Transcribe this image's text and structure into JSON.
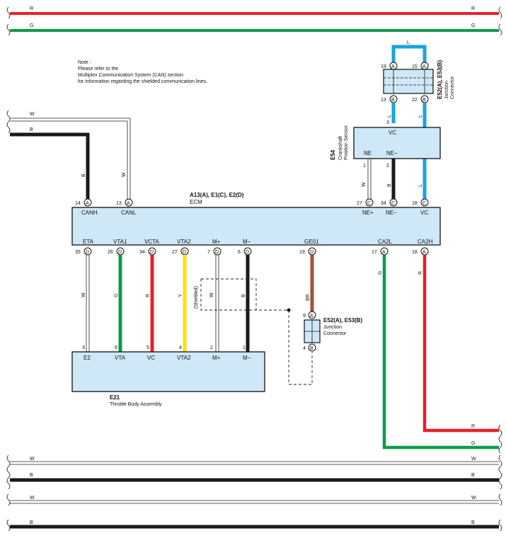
{
  "note": {
    "title": "Note :",
    "line1": "Please refer to the",
    "line2": "Multiplex Communication System (CAN) section",
    "line3": "for information regarding the shielded communication lines."
  },
  "colors": {
    "R": "#e8202a",
    "G": "#0e9a48",
    "B": "#1a1a1a",
    "W": "#ffffff",
    "L": "#1aa3e0",
    "Y": "#ffe100",
    "BR": "#a0522d",
    "box_fill": "#cfe8f7"
  },
  "top_lines": [
    {
      "label": "R",
      "color": "R"
    },
    {
      "label": "G",
      "color": "G"
    }
  ],
  "bottom_lines": [
    {
      "label": "W",
      "color": "W"
    },
    {
      "label": "B",
      "color": "B"
    },
    {
      "label": "W",
      "color": "W"
    },
    {
      "label": "B",
      "color": "B"
    }
  ],
  "ecm": {
    "connectors": "A13(A), E1(C), E2(D)",
    "name": "ECM",
    "top_pins": [
      {
        "num": "14",
        "conn": "A",
        "label": "CANH"
      },
      {
        "num": "13",
        "conn": "A",
        "label": "CANL"
      },
      {
        "num": "27",
        "conn": "C",
        "label": "NE+"
      },
      {
        "num": "34",
        "conn": "C",
        "label": "NE−"
      },
      {
        "num": "18",
        "conn": "C",
        "label": "VC"
      }
    ],
    "bottom_pins": [
      {
        "num": "35",
        "conn": "D",
        "label": "ETA"
      },
      {
        "num": "26",
        "conn": "D",
        "label": "VTA1"
      },
      {
        "num": "34",
        "conn": "D",
        "label": "VCTA"
      },
      {
        "num": "27",
        "conn": "D",
        "label": "VTA2"
      },
      {
        "num": "7",
        "conn": "D",
        "label": "M+"
      },
      {
        "num": "6",
        "conn": "D",
        "label": "M−"
      },
      {
        "num": "19",
        "conn": "D",
        "label": "GE01"
      },
      {
        "num": "17",
        "conn": "A",
        "label": "CA2L"
      },
      {
        "num": "18",
        "conn": "A",
        "label": "CA2H"
      }
    ]
  },
  "throttle": {
    "id": "E21",
    "name": "Throttle Body Assembly",
    "pins": [
      {
        "num": "3",
        "label": "E2"
      },
      {
        "num": "6",
        "label": "VTA"
      },
      {
        "num": "5",
        "label": "VC"
      },
      {
        "num": "4",
        "label": "VTA2"
      },
      {
        "num": "2",
        "label": "M+"
      },
      {
        "num": "1",
        "label": "M−"
      }
    ],
    "wire_labels": [
      "W",
      "G",
      "R",
      "Y",
      "W",
      "B"
    ],
    "shielded": "(Shielded)"
  },
  "crank_sensor": {
    "id": "E54",
    "name1": "Crankshaft",
    "name2": "Position Sensor",
    "pin_top": "3",
    "vc": "VC",
    "ne_plus": "NE",
    "ne_minus": "NE−",
    "pin_ne_plus": "1",
    "pin_ne_minus": "2"
  },
  "junction_top": {
    "id": "E52(A), E53(B)",
    "name1": "Junction",
    "name2": "Connector",
    "pins": [
      {
        "num": "19",
        "conn": "A"
      },
      {
        "num": "15",
        "conn": "A"
      },
      {
        "num": "13",
        "conn": "B"
      },
      {
        "num": "22",
        "conn": "B"
      }
    ]
  },
  "junction_mid": {
    "id": "E52(A), E53(B)",
    "name1": "Junction",
    "name2": "Connector",
    "pins": [
      {
        "num": "9",
        "conn": "A"
      },
      {
        "num": "4",
        "conn": "B"
      }
    ]
  },
  "wire_labels": {
    "can_w": "W",
    "can_b": "B",
    "canh_b": "B",
    "canl_w": "W",
    "ne_plus_w": "W",
    "ne_minus_b": "B",
    "vc_l": "L",
    "jtop_l": "L",
    "jleft_l": "L",
    "jright_l": "L",
    "ge01_br": "BR",
    "ca2l_g": "G",
    "ca2h_r": "R",
    "out_r": "R",
    "out_g": "G"
  }
}
